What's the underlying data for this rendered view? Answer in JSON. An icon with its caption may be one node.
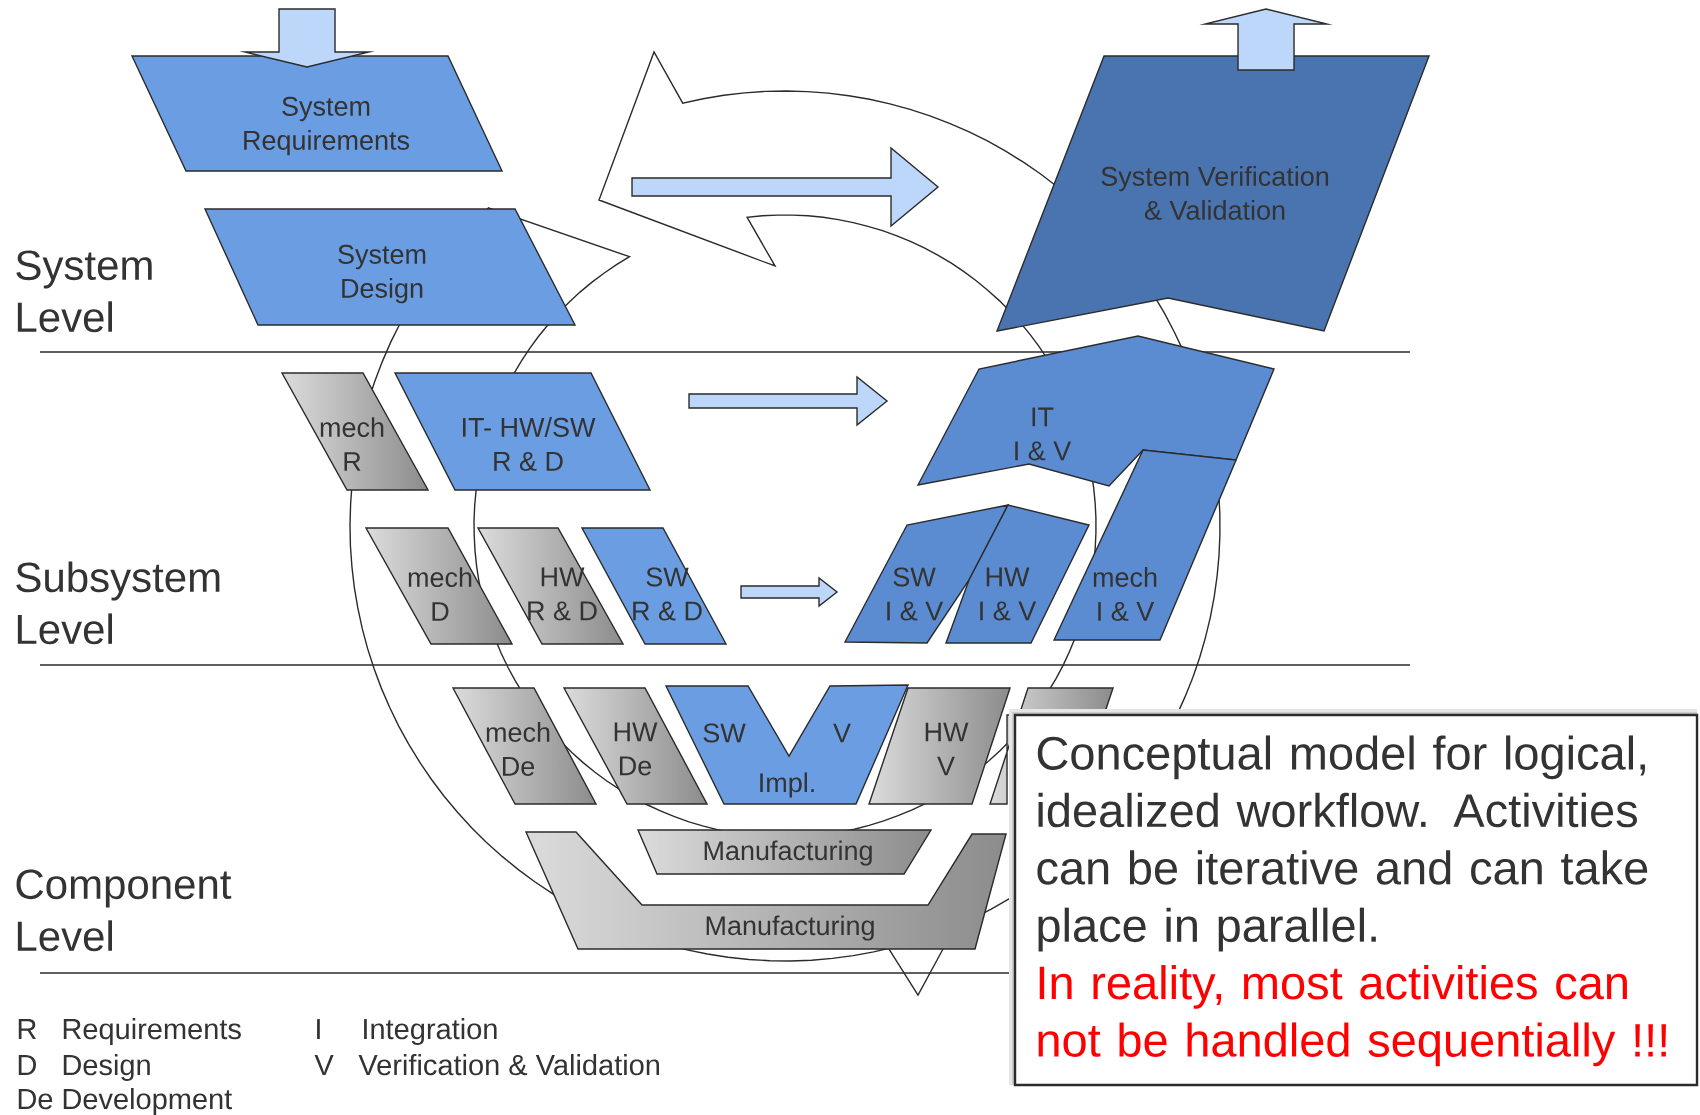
{
  "diagram": {
    "nodes": [
      {
        "text": [
          "System Requirements"
        ]
      },
      {
        "text": [
          "System Design"
        ]
      },
      {
        "text": [
          "System Verification & Validation"
        ]
      },
      {
        "text": [
          "mech R"
        ]
      },
      {
        "text": [
          "IT- HW/SW R & D"
        ]
      },
      {
        "text": [
          "IT I & V"
        ]
      },
      {
        "text": [
          "mech D"
        ]
      },
      {
        "text": [
          "HW R & D"
        ]
      },
      {
        "text": [
          "SW R & D"
        ]
      },
      {
        "text": [
          "SW I & V"
        ]
      },
      {
        "text": [
          "HW I & V"
        ]
      },
      {
        "text": [
          "mech I & V"
        ]
      },
      {
        "text": [
          "mech De"
        ]
      },
      {
        "text": [
          "HW De"
        ]
      },
      {
        "text": [
          "SW",
          "V",
          "Impl."
        ]
      },
      {
        "text": [
          "HW V"
        ]
      },
      {
        "text": [],
        "shape": "box"
      },
      {
        "text": [
          "Manufacturing"
        ],
        "in": 18
      },
      {
        "text": [
          "Manufacturing"
        ]
      },
      {
        "text": [
          "Conceptual model for logical, idealized workflow. Activities can be iterative and can take place in parallel.",
          "In reality, most activities can not be handled sequentially !!!"
        ]
      }
    ],
    "edges": [
      {
        "from": null,
        "to": 0,
        "arrow": "to"
      },
      {
        "from": 2,
        "to": null,
        "arrow": "to"
      },
      {
        "from": 1,
        "to": 2,
        "arrow": "to"
      },
      {
        "from": 4,
        "to": 5,
        "arrow": "to"
      },
      {
        "from": 8,
        "to": 9,
        "arrow": "to"
      }
    ],
    "labels": [
      "System Level",
      "Subsystem Level",
      "Component Level",
      "R",
      "Requirements",
      "I",
      "Integration",
      "D",
      "Design",
      "V",
      "Verification & Validation",
      "De",
      "Development"
    ]
  }
}
